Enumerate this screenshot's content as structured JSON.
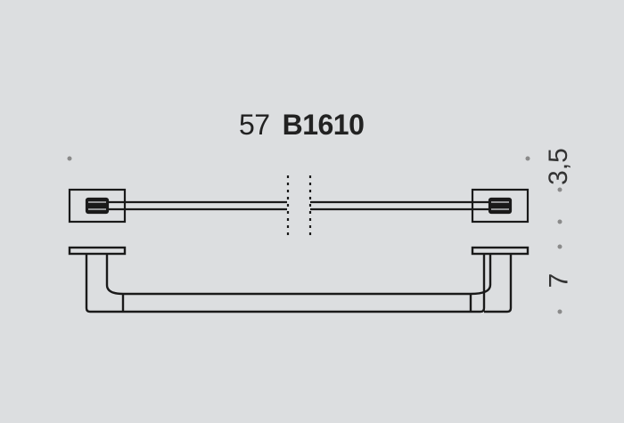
{
  "title": {
    "series_number": "57",
    "product_code": "B1610"
  },
  "dimensions": {
    "top_height": "3,5",
    "side_depth": "7"
  },
  "views": [
    {
      "name": "top-view",
      "description": "Square wall mounts with double rod, broken length indicator"
    },
    {
      "name": "front-view",
      "description": "Towel bar with flat wall plates and curved supports"
    }
  ],
  "colors": {
    "background": "#dcdee0",
    "line": "#1a1a1a",
    "dot": "#8a8a8a"
  }
}
